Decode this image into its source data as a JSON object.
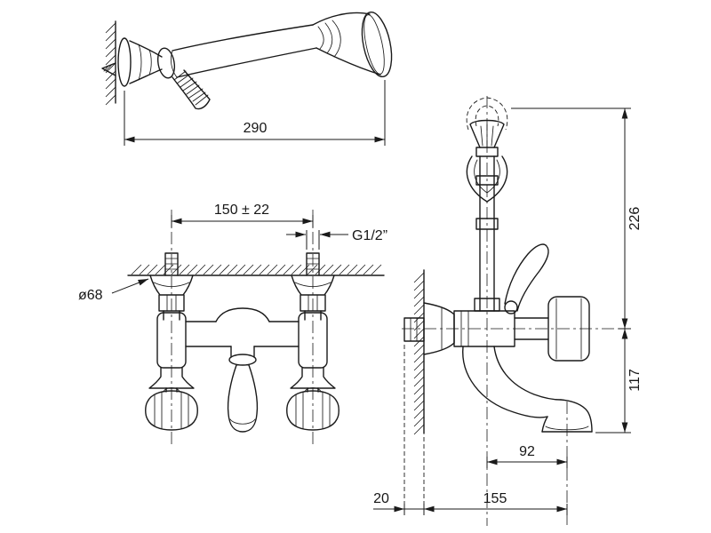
{
  "document": {
    "type": "technical drawing",
    "subject": "wall-mounted bath/shower mixer with hand shower",
    "background_color": "#ffffff",
    "line_color": "#1a1a1a"
  },
  "dimensions": {
    "hand_shower_length": "290",
    "inlet_spacing": "150 ± 22",
    "thread_size": "G1/2”",
    "escutcheon_diameter": "ø68",
    "height_above_axis": "226",
    "spout_drop_height": "117",
    "spout_reach": "92",
    "wall_clearance": "20",
    "overall_depth": "155"
  }
}
